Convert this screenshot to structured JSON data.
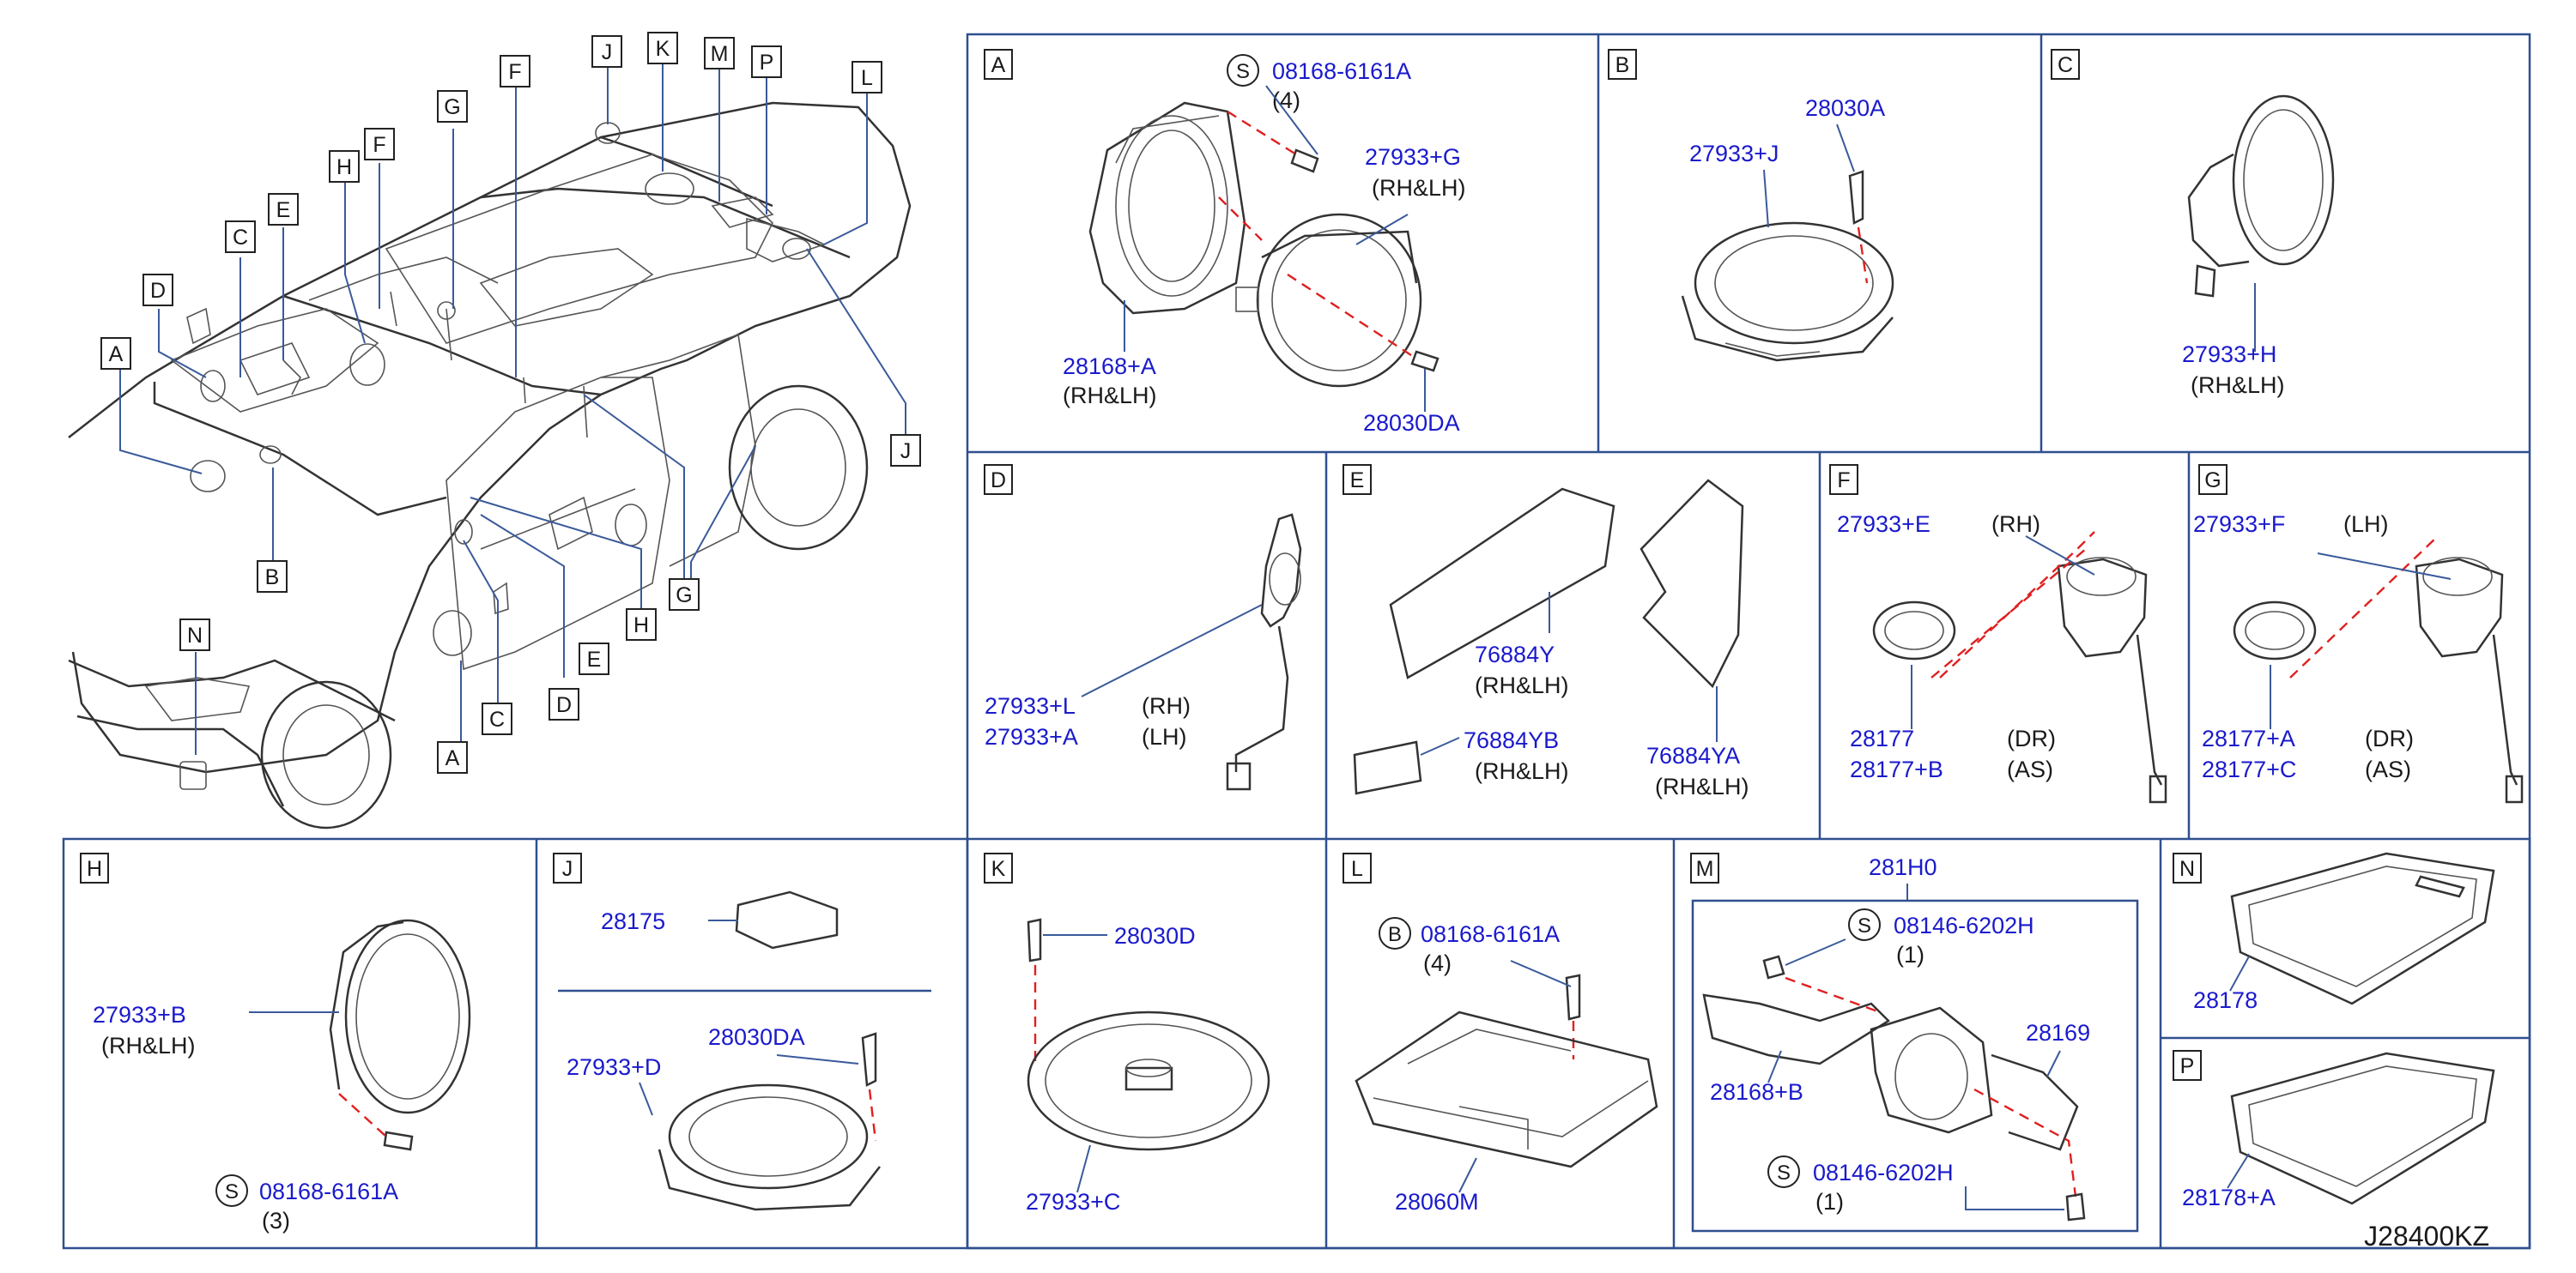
{
  "diagram_code": "J28400KZ",
  "colors": {
    "part": "#1a1acc",
    "line": "#3a5a9a",
    "ink": "#1a1a1a",
    "dash": "#e02020",
    "panel": "#2f4f8f"
  },
  "car_labels": [
    "A",
    "B",
    "C",
    "D",
    "E",
    "F",
    "G",
    "H",
    "J",
    "K",
    "L",
    "M",
    "N",
    "P"
  ],
  "panels": {
    "A": {
      "letter": "A",
      "screw": "08168-6161A",
      "screw_qty": "(4)",
      "p1": "27933+G",
      "p1_note": "(RH&LH)",
      "p2": "28168+A",
      "p2_note": "(RH&LH)",
      "p3": "28030DA"
    },
    "B": {
      "letter": "B",
      "p1": "28030A",
      "p2": "27933+J"
    },
    "C": {
      "letter": "C",
      "p1": "27933+H",
      "p1_note": "(RH&LH)"
    },
    "D": {
      "letter": "D",
      "p1": "27933+L",
      "p1_note": "(RH)",
      "p2": "27933+A",
      "p2_note": "(LH)"
    },
    "E": {
      "letter": "E",
      "p1": "76884Y",
      "p1_note": "(RH&LH)",
      "p2": "76884YB",
      "p2_note": "(RH&LH)",
      "p3": "76884YA",
      "p3_note": "(RH&LH)"
    },
    "F": {
      "letter": "F",
      "p1": "27933+E",
      "p1_note": "(RH)",
      "p2": "28177",
      "p2_note": "(DR)",
      "p3": "28177+B",
      "p3_note": "(AS)"
    },
    "G": {
      "letter": "G",
      "p1": "27933+F",
      "p1_note": "(LH)",
      "p2": "28177+A",
      "p2_note": "(DR)",
      "p3": "28177+C",
      "p3_note": "(AS)"
    },
    "H": {
      "letter": "H",
      "p1": "27933+B",
      "p1_note": "(RH&LH)",
      "screw": "08168-6161A",
      "screw_qty": "(3)"
    },
    "J": {
      "letter": "J",
      "p1": "28175",
      "p2": "28030DA",
      "p3": "27933+D"
    },
    "K": {
      "letter": "K",
      "p1": "28030D",
      "p2": "27933+C"
    },
    "L": {
      "letter": "L",
      "screw": "08168-6161A",
      "screw_qty": "(4)",
      "p1": "28060M"
    },
    "M": {
      "letter": "M",
      "p0": "281H0",
      "screw1": "08146-6202H",
      "screw1_qty": "(1)",
      "p1": "28168+B",
      "p2": "28169",
      "screw2": "08146-6202H",
      "screw2_qty": "(1)"
    },
    "N": {
      "letter": "N",
      "p1": "28178"
    },
    "P": {
      "letter": "P",
      "p1": "28178+A"
    }
  }
}
